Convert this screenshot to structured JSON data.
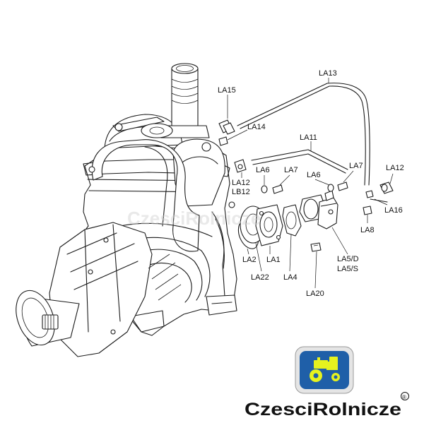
{
  "labels": {
    "la13": "LA13",
    "la15": "LA15",
    "la14": "LA14",
    "la11": "LA11",
    "la12_left": "LA12",
    "lb12": "LB12",
    "la6_left": "LA6",
    "la7_left": "LA7",
    "la6_right": "LA6",
    "la7_right": "LA7",
    "la12_right": "LA12",
    "la16": "LA16",
    "la8": "LA8",
    "la2": "LA2",
    "la1": "LA1",
    "la22": "LA22",
    "la4": "LA4",
    "la5d": "LA5/D",
    "la5s": "LA5/S",
    "la20": "LA20"
  },
  "logo": {
    "brand_name": "CzesciRolnicze",
    "trademark": "®",
    "watermark": "CzesciRolnicze",
    "colors": {
      "frame_outer": "#e5e5e5",
      "frame_inner": "#1f5fa8",
      "tractor": "#e6f21e"
    }
  }
}
